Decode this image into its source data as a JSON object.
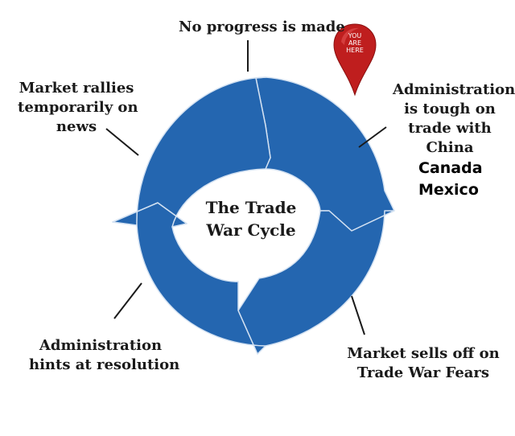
{
  "colors": {
    "ring": "#2466b0",
    "ring_edge": "#d4e2f2",
    "pin": "#bf1e1e",
    "pin_dark": "#8a1010",
    "text": "#1a1a1a"
  },
  "diagram": {
    "center_title": [
      "The Trade",
      "War Cycle"
    ],
    "stages": [
      {
        "id": "no-progress",
        "lines": [
          "No progress is made"
        ]
      },
      {
        "id": "tough-on-trade",
        "lines": [
          "Administration",
          "is tough on",
          "trade with",
          "China"
        ]
      },
      {
        "id": "sells-off",
        "lines": [
          "Market sells off on",
          "Trade War Fears"
        ]
      },
      {
        "id": "hints-resolution",
        "lines": [
          "Administration",
          "hints at resolution"
        ]
      },
      {
        "id": "rallies",
        "lines": [
          "Market  rallies",
          "temporarily on",
          "news"
        ]
      }
    ],
    "added_countries": [
      "Canada",
      "Mexico"
    ],
    "pin": {
      "lines": [
        "YOU",
        "ARE",
        "HERE"
      ],
      "icon": "map-pin-icon"
    }
  }
}
